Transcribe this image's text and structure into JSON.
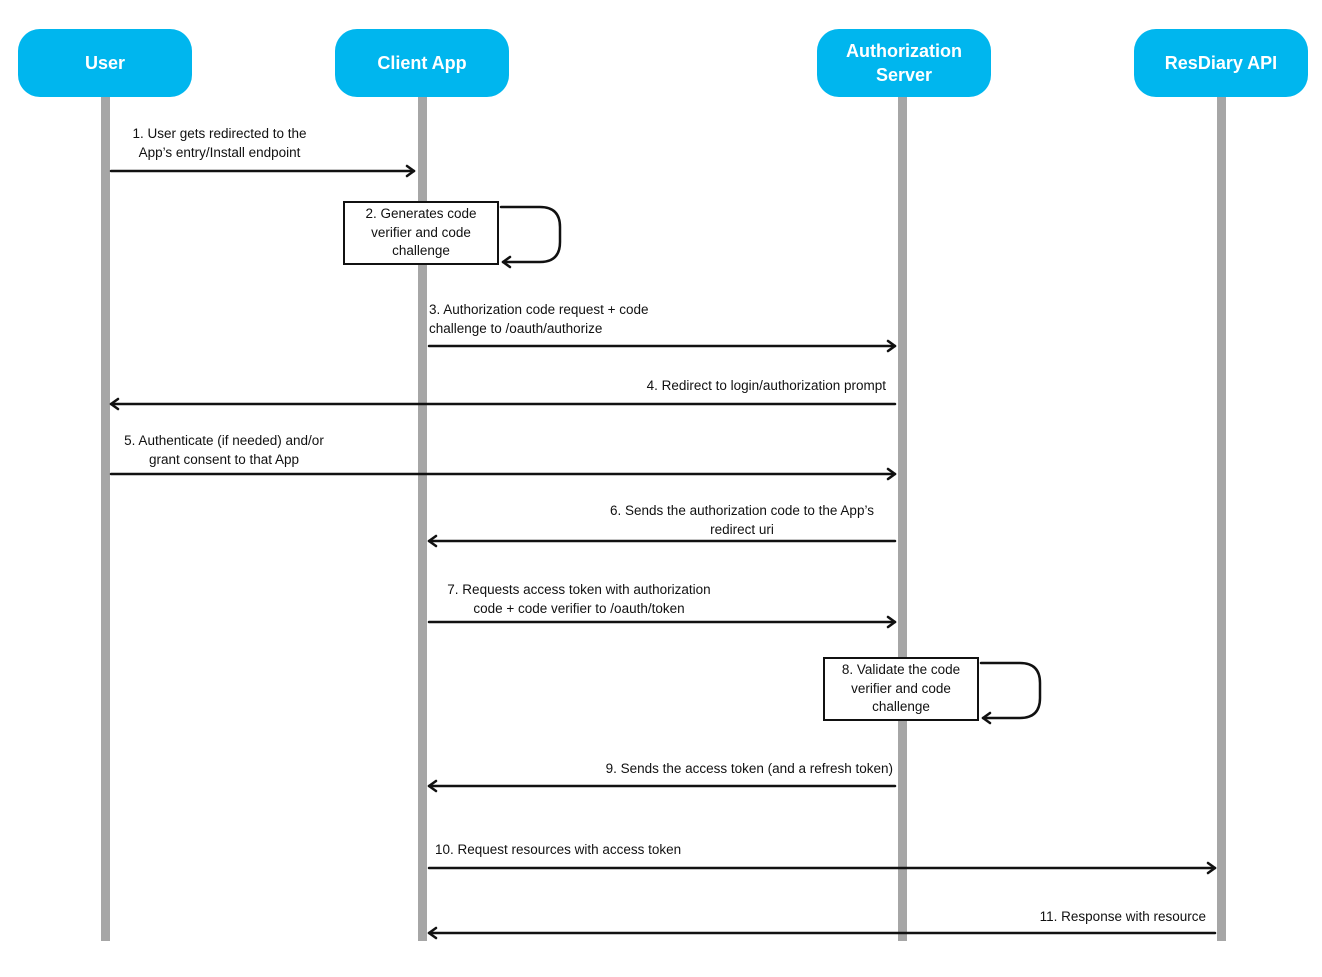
{
  "participants": [
    {
      "lines": [
        "User"
      ]
    },
    {
      "lines": [
        "Client App"
      ]
    },
    {
      "lines": [
        "Authorization",
        "Server"
      ]
    },
    {
      "lines": [
        "ResDiary API"
      ]
    }
  ],
  "colors": {
    "actor_fill": "#00b6ee",
    "lifeline": "#a6a6a6",
    "arrow": "#111111"
  },
  "messages": [
    {
      "from": "User",
      "to": "Client App",
      "lines": [
        "1.  User gets redirected to the",
        "App’s entry/Install endpoint"
      ]
    },
    {
      "from": "Client App",
      "to": "Client App",
      "lines": [
        "2. Generates code",
        "verifier and code",
        "challenge"
      ]
    },
    {
      "from": "Client App",
      "to": "Authorization Server",
      "lines": [
        "3. Authorization code request + code",
        "challenge to /oauth/authorize"
      ]
    },
    {
      "from": "Authorization Server",
      "to": "User",
      "lines": [
        "4. Redirect to login/authorization prompt"
      ]
    },
    {
      "from": "User",
      "to": "Authorization Server",
      "lines": [
        "5. Authenticate (if needed) and/or",
        "grant consent to that App"
      ]
    },
    {
      "from": "Authorization Server",
      "to": "Client App",
      "lines": [
        "6. Sends the authorization code to the App’s",
        "redirect uri"
      ]
    },
    {
      "from": "Client App",
      "to": "Authorization Server",
      "lines": [
        "7. Requests access token with authorization",
        "code + code verifier to /oauth/token"
      ]
    },
    {
      "from": "Authorization Server",
      "to": "Authorization Server",
      "lines": [
        "8. Validate the code",
        "verifier and code",
        "challenge"
      ]
    },
    {
      "from": "Authorization Server",
      "to": "Client App",
      "lines": [
        "9. Sends the access token (and a refresh token)"
      ]
    },
    {
      "from": "Client App",
      "to": "ResDiary API",
      "lines": [
        "10. Request resources with access token"
      ]
    },
    {
      "from": "ResDiary API",
      "to": "Client App",
      "lines": [
        "11. Response with resource"
      ]
    }
  ]
}
